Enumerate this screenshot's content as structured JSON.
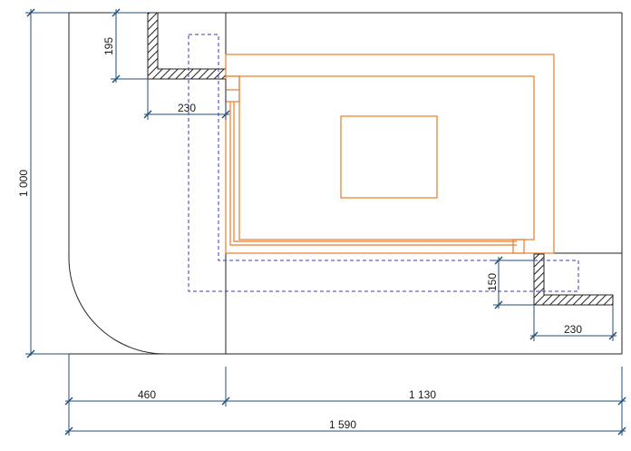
{
  "dimensions": {
    "total_width": "1 590",
    "left_width": "460",
    "right_width": "1 130",
    "height": "1 000",
    "top_offset": "195",
    "top_width": "230",
    "bottom_offset": "150",
    "bottom_width": "230"
  },
  "colors": {
    "dimension_line": "#1f4e79",
    "structure": "#e87c2a",
    "dashed_outline": "#3b3bb3",
    "walls": "#222222"
  }
}
